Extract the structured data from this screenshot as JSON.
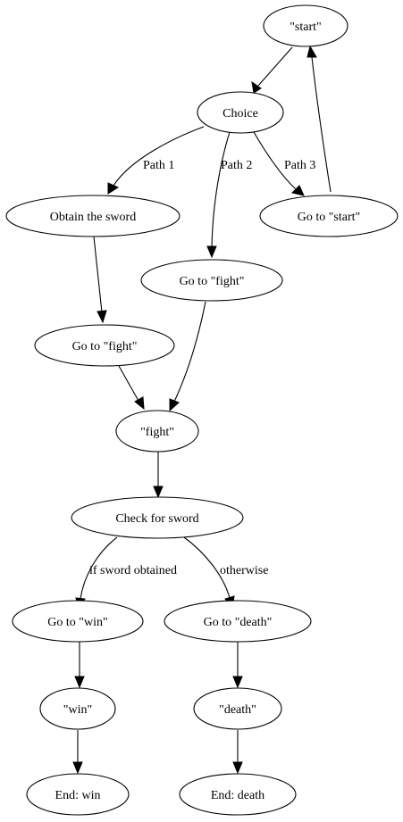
{
  "nodes": {
    "start": {
      "label": "\"start\""
    },
    "choice": {
      "label": "Choice"
    },
    "obtain_sword": {
      "label": "Obtain the sword"
    },
    "goto_start": {
      "label": "Go to \"start\""
    },
    "goto_fight_a": {
      "label": "Go to \"fight\""
    },
    "goto_fight_b": {
      "label": "Go to \"fight\""
    },
    "fight": {
      "label": "\"fight\""
    },
    "check_sword": {
      "label": "Check for sword"
    },
    "goto_win": {
      "label": "Go to \"win\""
    },
    "goto_death": {
      "label": "Go to \"death\""
    },
    "win": {
      "label": "\"win\""
    },
    "death": {
      "label": "\"death\""
    },
    "end_win": {
      "label": "End: win"
    },
    "end_death": {
      "label": "End: death"
    }
  },
  "edges": {
    "path1": {
      "label": "Path 1"
    },
    "path2": {
      "label": "Path 2"
    },
    "path3": {
      "label": "Path 3"
    },
    "if_sword": {
      "label": "if sword obtained"
    },
    "otherwise": {
      "label": "otherwise"
    }
  }
}
